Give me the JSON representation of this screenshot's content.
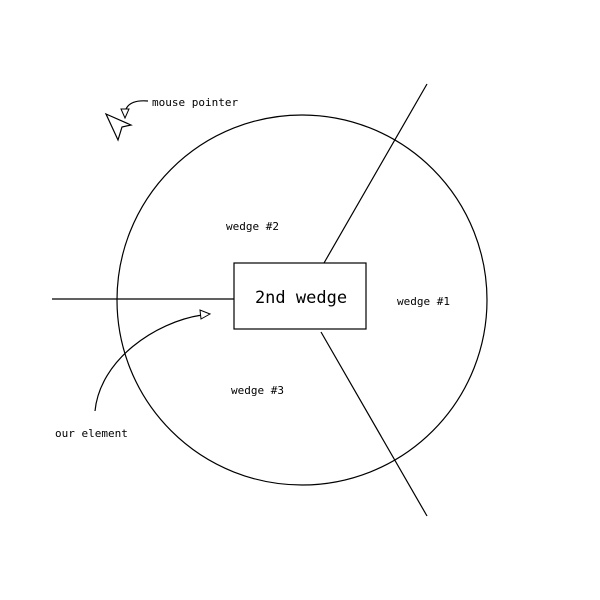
{
  "annotations": {
    "mouse_pointer_label": "mouse pointer",
    "our_element_label": "our element"
  },
  "wedges": [
    {
      "label": "wedge #1"
    },
    {
      "label": "wedge #2"
    },
    {
      "label": "wedge #3"
    }
  ],
  "center_box": {
    "label": "2nd wedge"
  },
  "icons": {
    "cursor": "mouse-pointer-icon",
    "callout_arrow": "arrow-icon"
  },
  "colors": {
    "line": "#000000",
    "background": "#ffffff"
  }
}
